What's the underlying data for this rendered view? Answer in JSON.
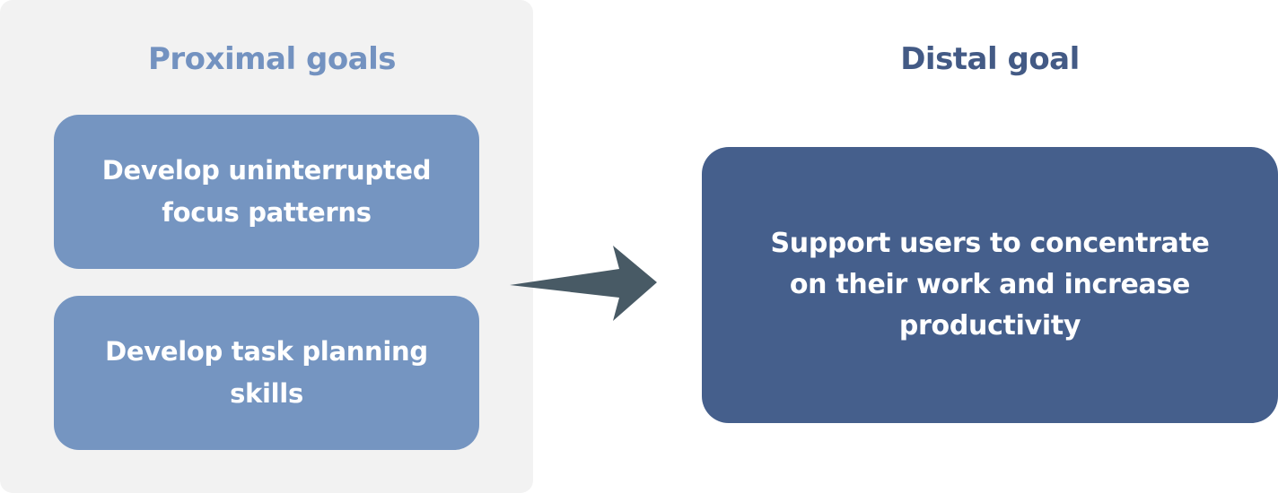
{
  "proximal": {
    "heading": "Proximal goals",
    "goals": [
      "Develop uninterrupted focus patterns",
      "Develop task planning skills"
    ]
  },
  "distal": {
    "heading": "Distal goal",
    "goal": "Support users to concentrate on their work and increase productivity"
  },
  "colors": {
    "panel_background": "#f2f2f2",
    "proximal_heading": "#7392c0",
    "proximal_box": "#7595c1",
    "distal_heading": "#435a85",
    "distal_box": "#455f8c",
    "arrow": "#485a65"
  }
}
